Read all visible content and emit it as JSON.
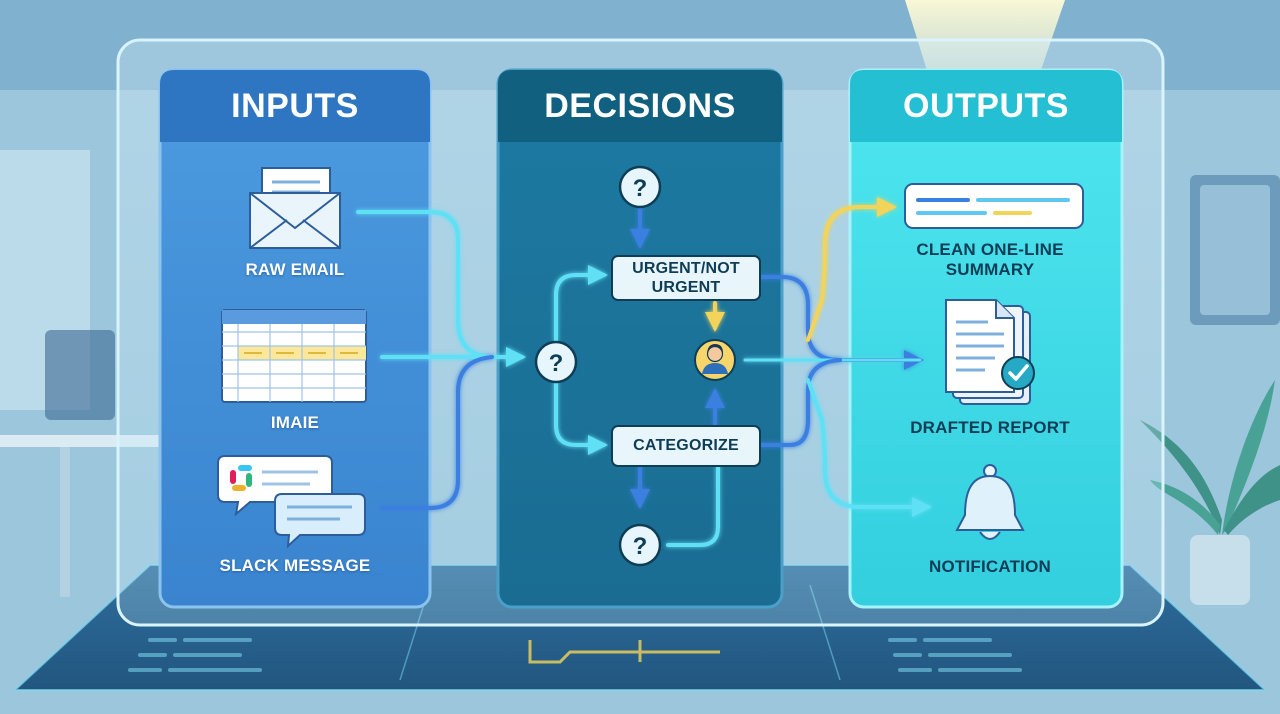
{
  "panels": {
    "inputs": {
      "title": "INPUTS"
    },
    "decisions": {
      "title": "DECISIONS"
    },
    "outputs": {
      "title": "OUTPUTS"
    }
  },
  "inputs": {
    "email": {
      "label": "RAW EMAIL",
      "icon": "envelope-icon"
    },
    "table": {
      "label": "IMAIE",
      "icon": "spreadsheet-icon"
    },
    "slack": {
      "label": "SLACK MESSAGE",
      "icon": "chat-bubbles-icon"
    }
  },
  "decisions": {
    "urgency": {
      "line1": "URGENT/NOT",
      "line2": "URGENT"
    },
    "categorize": {
      "label": "CATEGORIZE"
    },
    "question_symbol": "?"
  },
  "outputs": {
    "summary": {
      "line1": "CLEAN ONE-LINE",
      "line2": "SUMMARY",
      "icon": "summary-card-icon"
    },
    "report": {
      "label": "DRAFTED REPORT",
      "icon": "document-check-icon"
    },
    "notification": {
      "label": "NOTIFICATION",
      "icon": "bell-icon"
    }
  },
  "colors": {
    "inputs_panel": "#3f8fd6",
    "inputs_header": "#2d74c0",
    "decisions_panel": "#1f7aa3",
    "decisions_header": "#14607f",
    "outputs_panel": "#35d3e0",
    "outputs_header": "#22b8cc",
    "flow_blue": "#3b7fe0",
    "flow_light": "#5fe0f5",
    "flow_yellow": "#f2d45a"
  }
}
